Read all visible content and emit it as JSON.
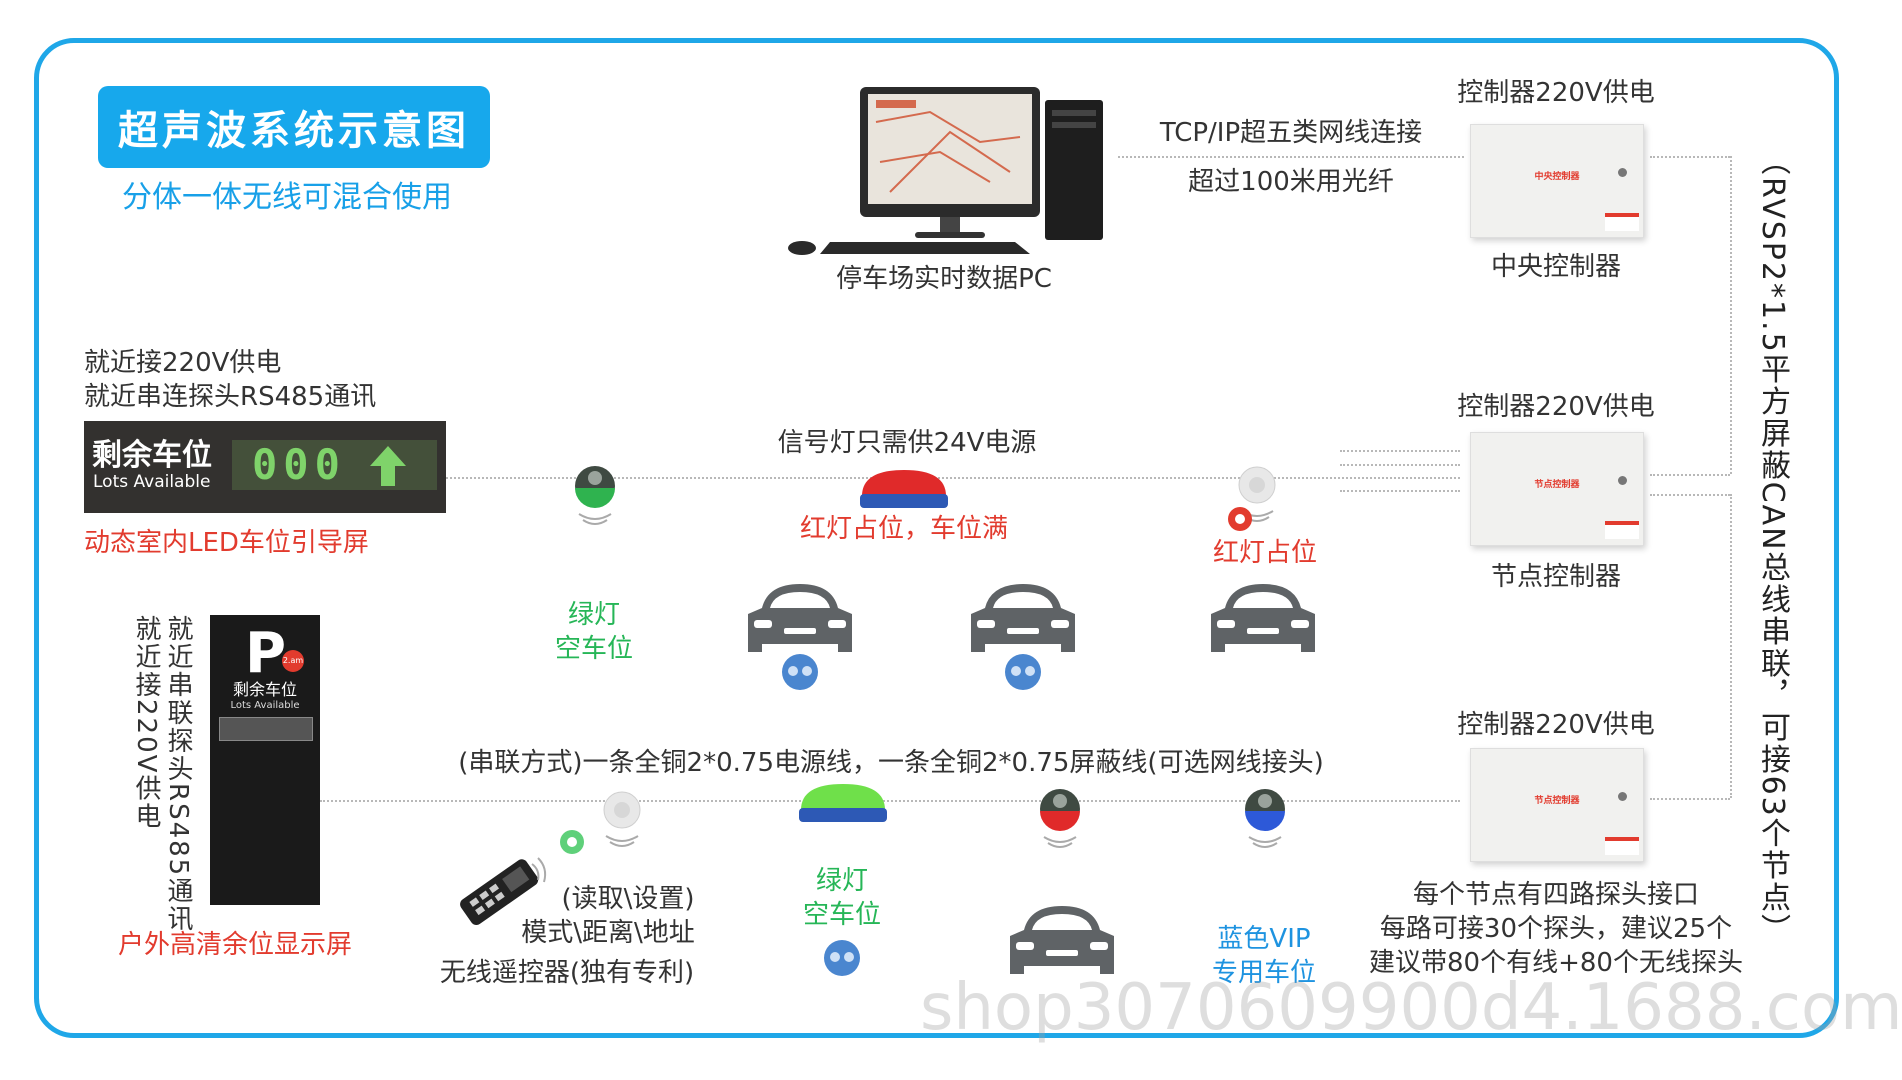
{
  "title": "超声波系统示意图",
  "subtitle": "分体一体无线可混合使用",
  "pc": {
    "label": "停车场实时数据PC"
  },
  "network": {
    "line1": "TCP/IP超五类网线连接",
    "line2": "超过100米用光纤"
  },
  "controllers": {
    "power_label": "控制器220V供电",
    "central": {
      "name": "中央控制器",
      "plate": "中央控制器"
    },
    "node": {
      "name": "节点控制器",
      "plate": "节点控制器"
    },
    "node2_plate": "节点控制器"
  },
  "bus_label": "（RVSP2*1.5平方屏蔽CAN总线串联，可接63个节点）",
  "indoor_led": {
    "power_line1": "就近接220V供电",
    "power_line2": "就近串连探头RS485通讯",
    "title": "剩余车位",
    "subtitle": "Lots Available",
    "digits": "000",
    "caption": "动态室内LED车位引导屏"
  },
  "row1": {
    "signal_note": "信号灯只需供24V电源",
    "red_full": "红灯占位，车位满",
    "red_occupied": "红灯占位",
    "green_line1": "绿灯",
    "green_line2": "空车位"
  },
  "outdoor": {
    "vertical_col1": "就近接220V供电",
    "vertical_col2": "就近串联探头RS485通讯",
    "p_letter": "P",
    "badge": "2.am",
    "label": "剩余车位",
    "label_sub": "Lots Available",
    "caption": "户外高清余位显示屏"
  },
  "row2": {
    "cable_note": "(串联方式)一条全铜2*0.75电源线，一条全铜2*0.75屏蔽线(可选网线接头)",
    "remote_line1": "(读取\\设置)",
    "remote_line2": "模式\\距离\\地址",
    "remote_line3": "无线遥控器(独有专利)",
    "green_line1": "绿灯",
    "green_line2": "空车位",
    "vip_line1": "蓝色VIP",
    "vip_line2": "专用车位",
    "node_line1": "每个节点有四路探头接口",
    "node_line2": "每路可接30个探头，建议25个",
    "node_line3": "建议带80个有线+80个无线探头"
  },
  "watermark": "shop3070609900d4.1688.com",
  "colors": {
    "frame": "#1fa7e8",
    "title_bg": "#17a8ec",
    "red": "#e23b2e",
    "green": "#26b657",
    "blue": "#1e93e0",
    "car": "#5f6366"
  }
}
